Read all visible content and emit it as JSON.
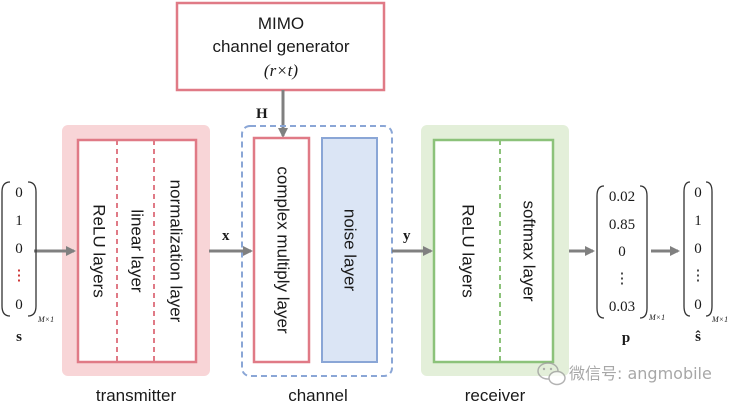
{
  "generator": {
    "line1": "MIMO",
    "line2": "channel generator",
    "line3": "(r×t)"
  },
  "signals": {
    "H": "H",
    "x": "x",
    "y": "y",
    "s": "s",
    "p": "p",
    "s_hat": "ŝ"
  },
  "transmitter": {
    "label": "transmitter",
    "layers": [
      "ReLU layers",
      "linear layer",
      "normalization layer"
    ]
  },
  "channel": {
    "label": "channel",
    "layers": [
      "complex multiply layer",
      "noise layer"
    ]
  },
  "receiver": {
    "label": "receiver",
    "layers": [
      "ReLU layers",
      "softmax layer"
    ]
  },
  "input_vector": {
    "entries": [
      "0",
      "1",
      "0",
      "⋮",
      "0"
    ],
    "size": "M×1"
  },
  "prob_vector": {
    "entries": [
      "0.02",
      "0.85",
      "0",
      "⋮",
      "0.03"
    ],
    "size": "M×1"
  },
  "output_vector": {
    "entries": [
      "0",
      "1",
      "0",
      "⋮",
      "0"
    ],
    "size": "M×1"
  },
  "watermark": "微信号: angmobile",
  "colors": {
    "red": "#e07a86",
    "red_fill": "#f8d5d7",
    "green": "#8cc27a",
    "green_fill": "#e3efd9",
    "blue": "#8aa6d6",
    "blue_fill": "#dbe5f5",
    "arrow": "#7f7f7f"
  }
}
